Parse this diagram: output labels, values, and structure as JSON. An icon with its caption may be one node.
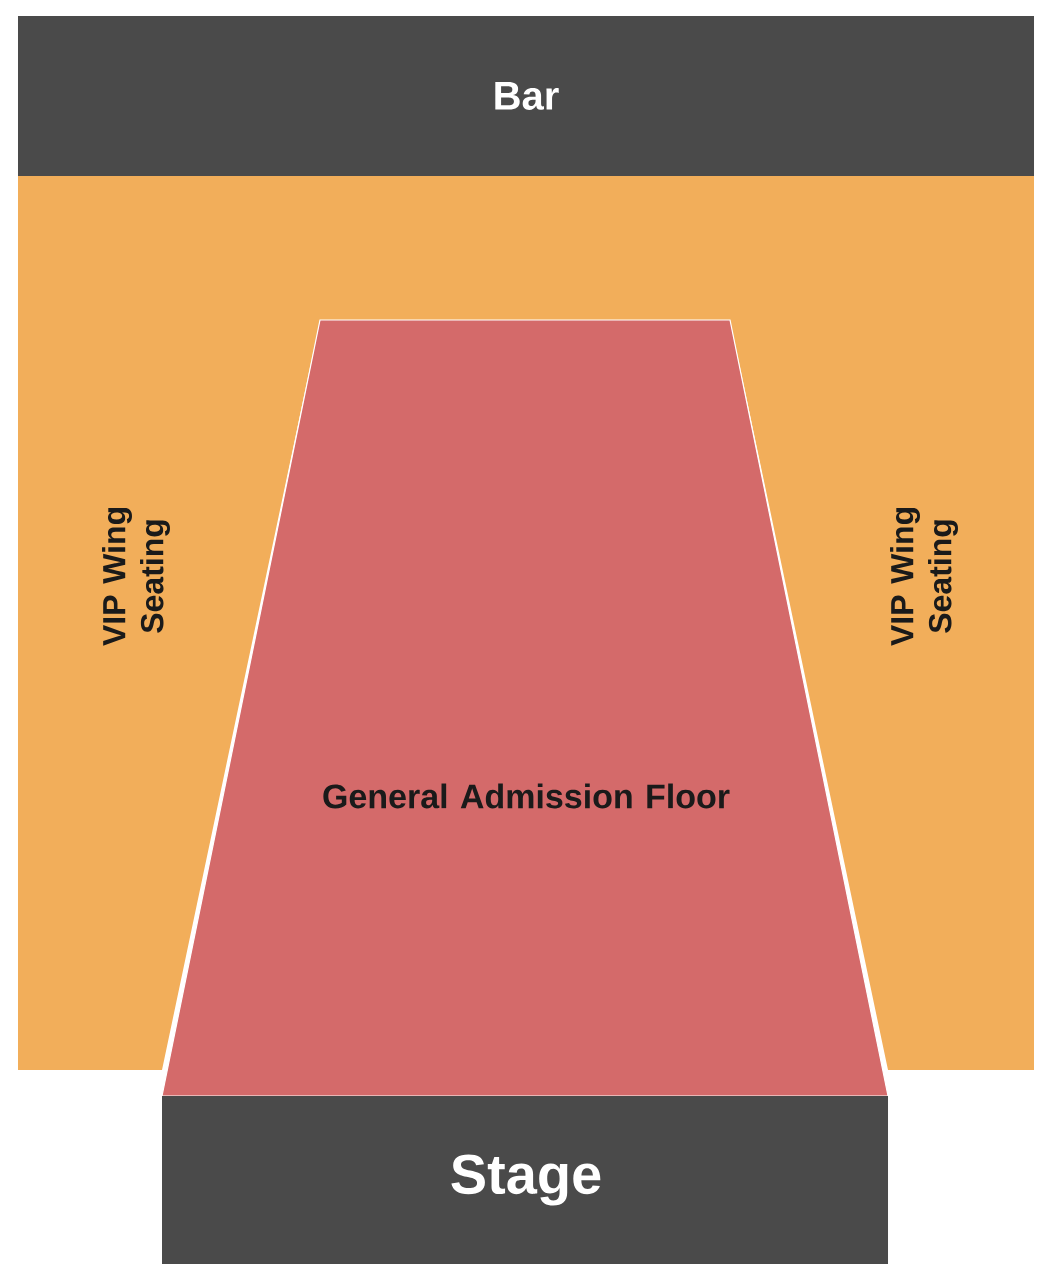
{
  "diagram": {
    "nodes": [
      {
        "text": [
          "Bar"
        ]
      },
      {
        "text": [
          "VIP Wing Seating"
        ]
      },
      {
        "text": [
          "VIP Wing Seating"
        ]
      },
      {
        "text": [
          "General Admission Floor"
        ]
      },
      {
        "text": [
          "Stage"
        ]
      }
    ]
  }
}
